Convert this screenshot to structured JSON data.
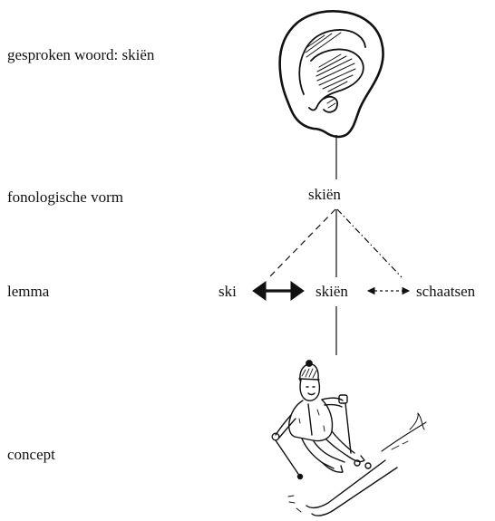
{
  "rows": {
    "spoken": "gesproken woord: skiën",
    "phonological": "fonologische vorm",
    "lemma": "lemma",
    "concept": "concept"
  },
  "nodes": {
    "phonological_form": "skiën",
    "lemma_ski": "ski",
    "lemma_skien": "skiën",
    "lemma_schaatsen": "schaatsen"
  },
  "icons": {
    "top": "ear-icon",
    "bottom": "skier-icon"
  },
  "colors": {
    "ink": "#111111",
    "background": "#ffffff"
  }
}
